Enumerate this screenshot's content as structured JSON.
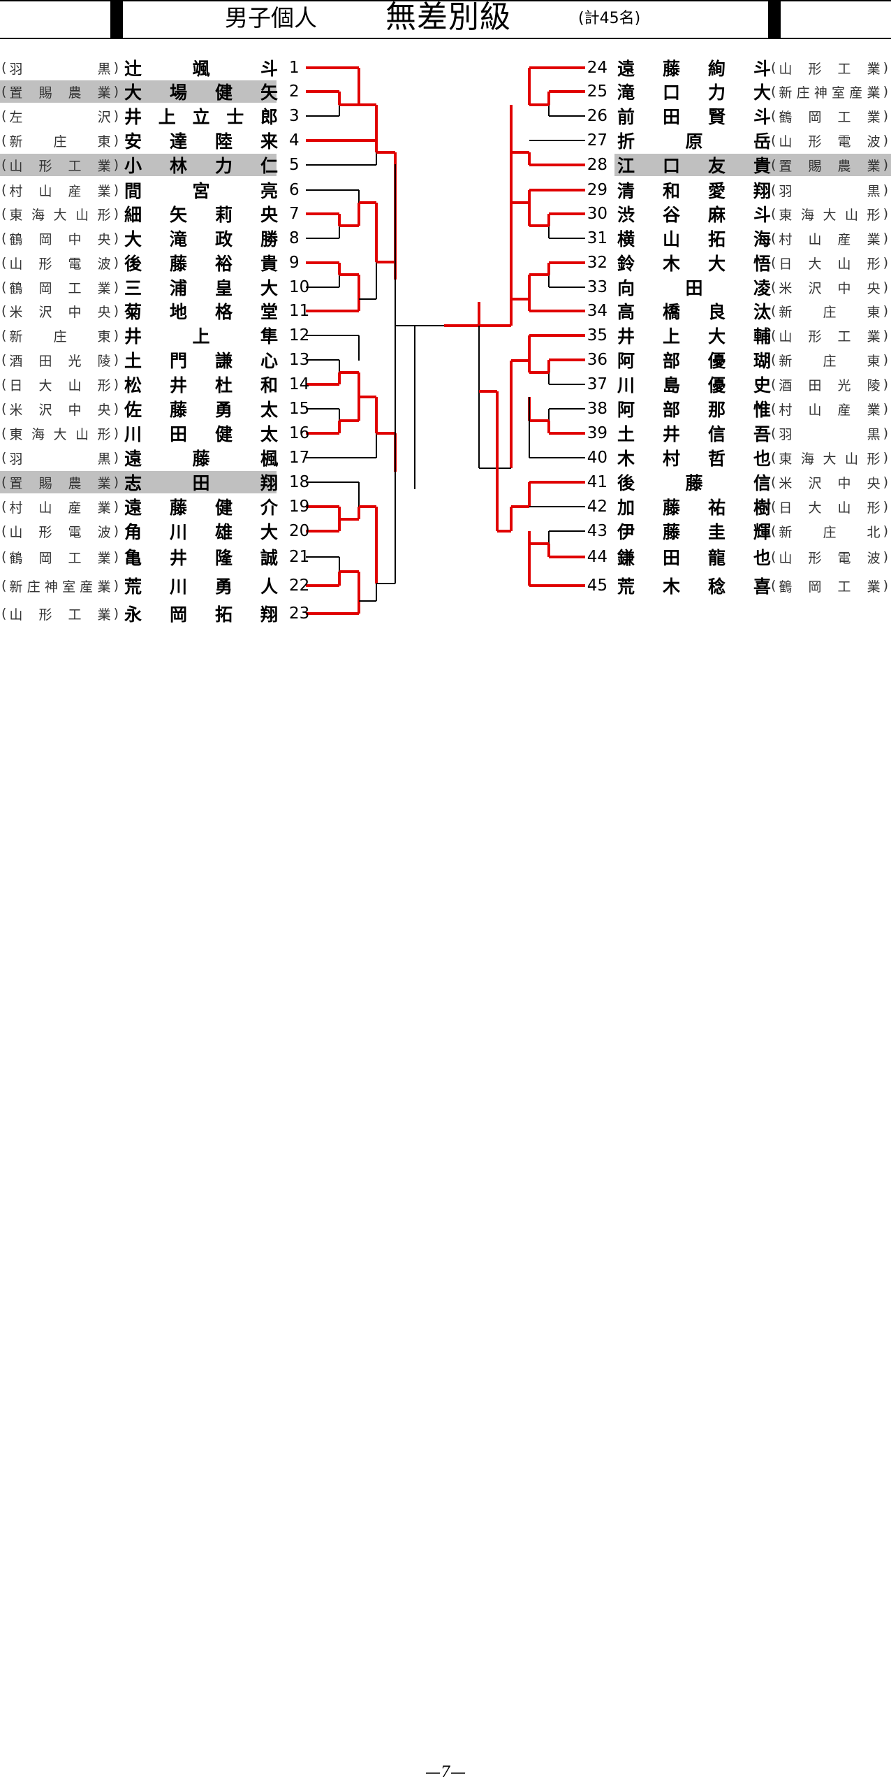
{
  "header": {
    "category": "男子個人",
    "division": "無差別級",
    "count": "(計45名)"
  },
  "left_entries": [
    {
      "num": "1",
      "school": "羽黒",
      "name": "辻颯斗",
      "highlight": false
    },
    {
      "num": "2",
      "school": "置賜農業",
      "name": "大場健矢",
      "highlight": true
    },
    {
      "num": "3",
      "school": "左沢",
      "name": "井上立士郎",
      "highlight": false
    },
    {
      "num": "4",
      "school": "新庄東",
      "name": "安達陸来",
      "highlight": false
    },
    {
      "num": "5",
      "school": "山形工業",
      "name": "小林力仁",
      "highlight": true
    },
    {
      "num": "6",
      "school": "村山産業",
      "name": "間宮亮",
      "highlight": false
    },
    {
      "num": "7",
      "school": "東海大山形",
      "name": "細矢莉央",
      "highlight": false
    },
    {
      "num": "8",
      "school": "鶴岡中央",
      "name": "大滝政勝",
      "highlight": false
    },
    {
      "num": "9",
      "school": "山形電波",
      "name": "後藤裕貴",
      "highlight": false
    },
    {
      "num": "10",
      "school": "鶴岡工業",
      "name": "三浦皇大",
      "highlight": false
    },
    {
      "num": "11",
      "school": "米沢中央",
      "name": "菊地格堂",
      "highlight": false
    },
    {
      "num": "12",
      "school": "新庄東",
      "name": "井上隼",
      "highlight": false
    },
    {
      "num": "13",
      "school": "酒田光陵",
      "name": "土門謙心",
      "highlight": false
    },
    {
      "num": "14",
      "school": "日大山形",
      "name": "松井杜和",
      "highlight": false
    },
    {
      "num": "15",
      "school": "米沢中央",
      "name": "佐藤勇太",
      "highlight": false
    },
    {
      "num": "16",
      "school": "東海大山形",
      "name": "川田健太",
      "highlight": false
    },
    {
      "num": "17",
      "school": "羽黒",
      "name": "遠藤楓",
      "highlight": false
    },
    {
      "num": "18",
      "school": "置賜農業",
      "name": "志田翔",
      "highlight": true
    },
    {
      "num": "19",
      "school": "村山産業",
      "name": "遠藤健介",
      "highlight": false
    },
    {
      "num": "20",
      "school": "山形電波",
      "name": "角川雄大",
      "highlight": false
    },
    {
      "num": "21",
      "school": "鶴岡工業",
      "name": "亀井隆誠",
      "highlight": false
    },
    {
      "num": "22",
      "school": "新庄神室産業",
      "name": "荒川勇人",
      "highlight": false
    },
    {
      "num": "23",
      "school": "山形工業",
      "name": "永岡拓翔",
      "highlight": false
    }
  ],
  "right_entries": [
    {
      "num": "24",
      "school": "山形工業",
      "name": "遠藤絢斗",
      "highlight": false
    },
    {
      "num": "25",
      "school": "新庄神室産業",
      "name": "滝口力大",
      "highlight": false
    },
    {
      "num": "26",
      "school": "鶴岡工業",
      "name": "前田賢斗",
      "highlight": false
    },
    {
      "num": "27",
      "school": "山形電波",
      "name": "折原岳",
      "highlight": false
    },
    {
      "num": "28",
      "school": "置賜農業",
      "name": "江口友貴",
      "highlight": true
    },
    {
      "num": "29",
      "school": "羽黒",
      "name": "清和愛翔",
      "highlight": false
    },
    {
      "num": "30",
      "school": "東海大山形",
      "name": "渋谷麻斗",
      "highlight": false
    },
    {
      "num": "31",
      "school": "村山産業",
      "name": "横山拓海",
      "highlight": false
    },
    {
      "num": "32",
      "school": "日大山形",
      "name": "鈴木大悟",
      "highlight": false
    },
    {
      "num": "33",
      "school": "米沢中央",
      "name": "向田凌",
      "highlight": false
    },
    {
      "num": "34",
      "school": "新庄東",
      "name": "高橋良汰",
      "highlight": false
    },
    {
      "num": "35",
      "school": "山形工業",
      "name": "井上大輔",
      "highlight": false
    },
    {
      "num": "36",
      "school": "新庄東",
      "name": "阿部優瑚",
      "highlight": false
    },
    {
      "num": "37",
      "school": "酒田光陵",
      "name": "川島優史",
      "highlight": false
    },
    {
      "num": "38",
      "school": "村山産業",
      "name": "阿部那惟",
      "highlight": false
    },
    {
      "num": "39",
      "school": "羽黒",
      "name": "土井信吾",
      "highlight": false
    },
    {
      "num": "40",
      "school": "東海大山形",
      "name": "木村哲也",
      "highlight": false
    },
    {
      "num": "41",
      "school": "米沢中央",
      "name": "後藤信",
      "highlight": false
    },
    {
      "num": "42",
      "school": "日大山形",
      "name": "加藤祐樹",
      "highlight": false
    },
    {
      "num": "43",
      "school": "新庄北",
      "name": "伊藤圭輝",
      "highlight": false
    },
    {
      "num": "44",
      "school": "山形電波",
      "name": "鎌田龍也",
      "highlight": false
    },
    {
      "num": "45",
      "school": "鶴岡工業",
      "name": "荒木稔喜",
      "highlight": false
    }
  ],
  "footer": {
    "page": "—7—"
  },
  "colors": {
    "winner_line": "#e00000",
    "loser_line": "#000000",
    "highlight": "#c0c0c0"
  }
}
